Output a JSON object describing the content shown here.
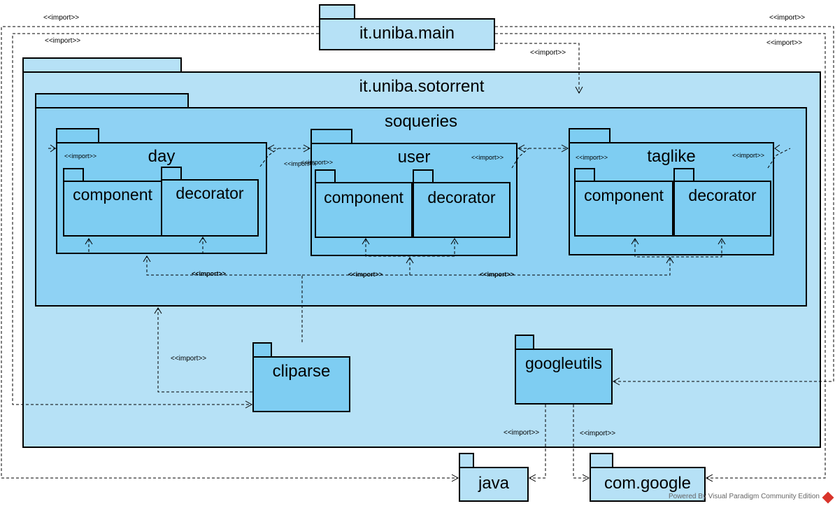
{
  "packages": {
    "main": "it.uniba.main",
    "sotorrent": "it.uniba.sotorrent",
    "soqueries": "soqueries",
    "day": "day",
    "day_component": "component",
    "day_decorator": "decorator",
    "user": "user",
    "user_component": "component",
    "user_decorator": "decorator",
    "taglike": "taglike",
    "taglike_component": "component",
    "taglike_decorator": "decorator",
    "cliparse": "cliparse",
    "googleutils": "googleutils",
    "java": "java",
    "comgoogle": "com.google"
  },
  "relation_label": "<<import>>",
  "footer": "Powered By Visual Paradigm Community Edition",
  "colors": {
    "outer": "#b6e1f6",
    "inner": "#8fd2f4",
    "leaf": "#7ecdf2",
    "stroke": "#000000"
  }
}
